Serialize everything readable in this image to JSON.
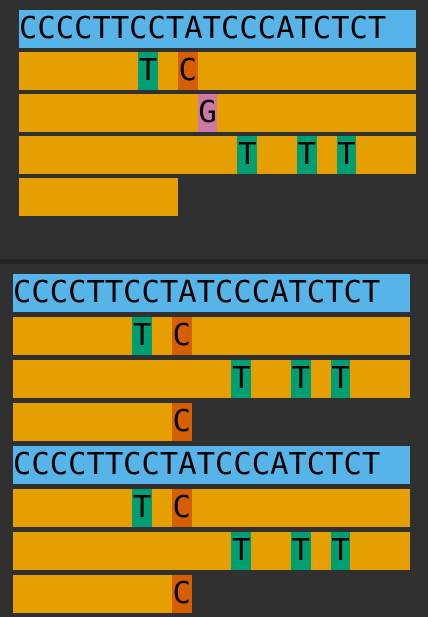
{
  "colors": {
    "background": "#303030",
    "reference": "#56b4e9",
    "read": "#e69f00",
    "mismatch_T": "#009e73",
    "mismatch_C": "#d55e00",
    "mismatch_G": "#cc79a7"
  },
  "panels": [
    {
      "name": "panel-top",
      "blocks": [
        {
          "reference": "CCCCTTCCTATCCCATCTCT",
          "reads": [
            {
              "start": 0,
              "end": 20,
              "mismatches": [
                {
                  "pos": 6,
                  "base": "T"
                },
                {
                  "pos": 8,
                  "base": "C"
                }
              ]
            },
            {
              "start": 0,
              "end": 20,
              "mismatches": [
                {
                  "pos": 9,
                  "base": "G"
                }
              ]
            },
            {
              "start": 0,
              "end": 20,
              "mismatches": [
                {
                  "pos": 11,
                  "base": "T"
                },
                {
                  "pos": 14,
                  "base": "T"
                },
                {
                  "pos": 16,
                  "base": "T"
                }
              ]
            },
            {
              "start": 0,
              "end": 8,
              "mismatches": []
            }
          ]
        }
      ]
    },
    {
      "name": "panel-bottom",
      "blocks": [
        {
          "reference": "CCCCTTCCTATCCCATCTCT",
          "reads": [
            {
              "start": 0,
              "end": 20,
              "mismatches": [
                {
                  "pos": 6,
                  "base": "T"
                },
                {
                  "pos": 8,
                  "base": "C"
                }
              ]
            },
            {
              "start": 0,
              "end": 20,
              "mismatches": [
                {
                  "pos": 11,
                  "base": "T"
                },
                {
                  "pos": 14,
                  "base": "T"
                },
                {
                  "pos": 16,
                  "base": "T"
                }
              ]
            },
            {
              "start": 0,
              "end": 9,
              "mismatches": [
                {
                  "pos": 8,
                  "base": "C"
                }
              ]
            }
          ]
        },
        {
          "reference": "CCCCTTCCTATCCCATCTCT",
          "reads": [
            {
              "start": 0,
              "end": 20,
              "mismatches": [
                {
                  "pos": 6,
                  "base": "T"
                },
                {
                  "pos": 8,
                  "base": "C"
                }
              ]
            },
            {
              "start": 0,
              "end": 20,
              "mismatches": [
                {
                  "pos": 11,
                  "base": "T"
                },
                {
                  "pos": 14,
                  "base": "T"
                },
                {
                  "pos": 16,
                  "base": "T"
                }
              ]
            },
            {
              "start": 0,
              "end": 9,
              "mismatches": [
                {
                  "pos": 8,
                  "base": "C"
                }
              ]
            }
          ]
        }
      ]
    }
  ]
}
